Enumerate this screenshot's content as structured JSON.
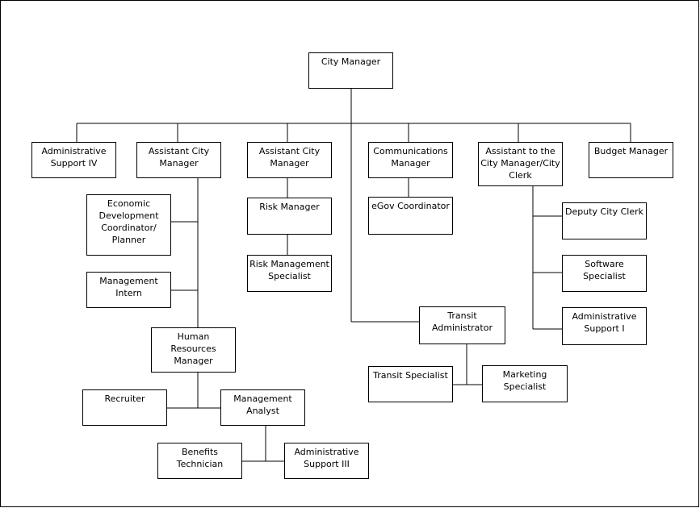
{
  "org_chart": {
    "city_manager": "City Manager",
    "admin_support_iv": "Administrative\nSupport IV",
    "assistant_city_manager_1": "Assistant City\nManager",
    "assistant_city_manager_2": "Assistant City\nManager",
    "communications_manager": "Communications\nManager",
    "assistant_to_city_manager": "Assistant to the\nCity Manager/City\nClerk",
    "budget_manager": "Budget Manager",
    "economic_dev_coordinator": "Economic\nDevelopment\nCoordinator/\nPlanner",
    "management_intern": "Management\nIntern",
    "hr_manager": "Human\nResources\nManager",
    "recruiter": "Recruiter",
    "management_analyst": "Management\nAnalyst",
    "benefits_technician": "Benefits\nTechnician",
    "admin_support_iii": "Administrative\nSupport III",
    "risk_manager": "Risk Manager",
    "risk_mgmt_specialist": "Risk Management\nSpecialist",
    "egov_coordinator": "eGov Coordinator",
    "transit_administrator": "Transit\nAdministrator",
    "transit_specialist": "Transit Specialist",
    "marketing_specialist": "Marketing\nSpecialist",
    "deputy_city_clerk": "Deputy City Clerk",
    "software_specialist": "Software\nSpecialist",
    "admin_support_i": "Administrative\nSupport I"
  }
}
